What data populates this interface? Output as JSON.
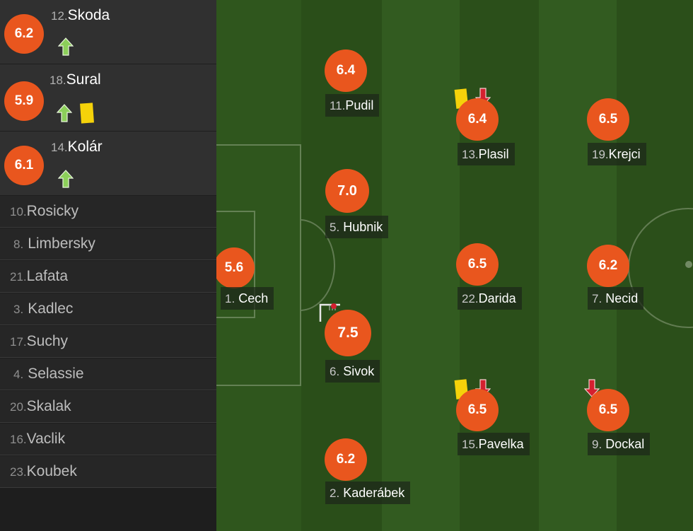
{
  "substitutes": [
    {
      "rating": "6.2",
      "number": "12.",
      "name": "Skoda",
      "icons": [
        "sub-in"
      ]
    },
    {
      "rating": "5.9",
      "number": "18.",
      "name": "Sural",
      "icons": [
        "sub-in",
        "yellow-card"
      ]
    },
    {
      "rating": "6.1",
      "number": "14.",
      "name": "Kolár",
      "icons": [
        "sub-in"
      ]
    }
  ],
  "bench": [
    {
      "number": "10.",
      "name": "Rosicky"
    },
    {
      "number": "8.",
      "name": "Limbersky"
    },
    {
      "number": "21.",
      "name": "Lafata"
    },
    {
      "number": "3.",
      "name": "Kadlec"
    },
    {
      "number": "17.",
      "name": "Suchy"
    },
    {
      "number": "4.",
      "name": "Selassie"
    },
    {
      "number": "20.",
      "name": "Skalak"
    },
    {
      "number": "16.",
      "name": "Vaclik"
    },
    {
      "number": "23.",
      "name": "Koubek"
    }
  ],
  "players": [
    {
      "rating": "5.6",
      "number": "1.",
      "name": "Cech"
    },
    {
      "rating": "6.4",
      "number": "11.",
      "name": "Pudil"
    },
    {
      "rating": "7.0",
      "number": "5.",
      "name": "Hubnik"
    },
    {
      "rating": "7.5",
      "number": "6.",
      "name": "Sivok",
      "icons": [
        "goal-icon"
      ]
    },
    {
      "rating": "6.2",
      "number": "2.",
      "name": "Kaderábek"
    },
    {
      "rating": "6.4",
      "number": "13.",
      "name": "Plasil",
      "icons": [
        "yellow-card",
        "sub-out"
      ]
    },
    {
      "rating": "6.5",
      "number": "22.",
      "name": "Darida"
    },
    {
      "rating": "6.5",
      "number": "15.",
      "name": "Pavelka",
      "icons": [
        "yellow-card",
        "sub-out"
      ]
    },
    {
      "rating": "6.5",
      "number": "19.",
      "name": "Krejci"
    },
    {
      "rating": "6.2",
      "number": "7.",
      "name": "Necid"
    },
    {
      "rating": "6.5",
      "number": "9.",
      "name": "Dockal",
      "icons": [
        "sub-out"
      ]
    }
  ],
  "colors": {
    "rating": "#e9561e",
    "sub_in": "#8ccf5a",
    "sub_out": "#d4202f",
    "yellow_card": "#f5d20a"
  }
}
